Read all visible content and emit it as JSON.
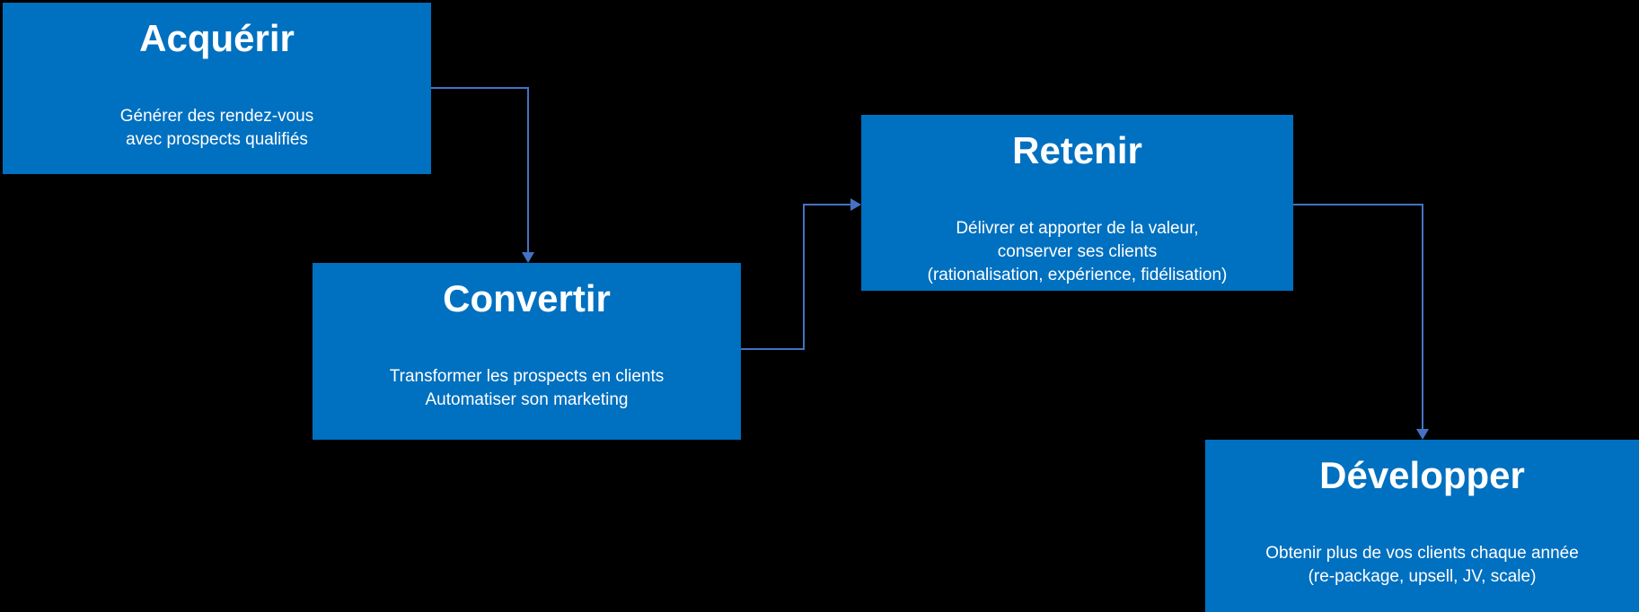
{
  "diagram": {
    "background": "#000000",
    "box_fill": "#0070C0",
    "text_color": "#FFFFFF",
    "connector_color": "#4472C4",
    "boxes": [
      {
        "id": "acquerir",
        "title": "Acquérir",
        "lines": [
          "Générer des rendez-vous",
          "avec prospects qualifiés"
        ]
      },
      {
        "id": "convertir",
        "title": "Convertir",
        "lines": [
          "Transformer les prospects en clients",
          "Automatiser son marketing"
        ]
      },
      {
        "id": "retenir",
        "title": "Retenir",
        "lines": [
          "Délivrer et apporter de la valeur,",
          "conserver ses clients",
          "(rationalisation, expérience, fidélisation)"
        ]
      },
      {
        "id": "developper",
        "title": "Développer",
        "lines": [
          "Obtenir plus de vos clients chaque année",
          "(re-package, upsell, JV, scale)"
        ]
      }
    ]
  }
}
